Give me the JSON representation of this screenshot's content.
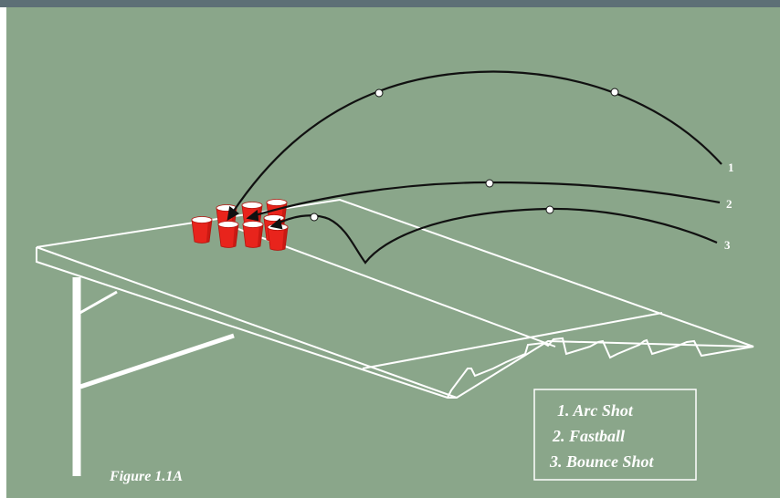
{
  "colors": {
    "background": "#8aa68a",
    "top_bar": "#5d6f76",
    "line_white": "#ffffff",
    "trajectory": "#111111",
    "cup_red": "#e8241c",
    "cup_dark": "#b4140e"
  },
  "shot_numbers": [
    "1",
    "2",
    "3"
  ],
  "legend": {
    "items": [
      "1. Arc Shot",
      "2. Fastball",
      "3. Bounce Shot"
    ]
  },
  "figure_caption": "Figure 1.1A"
}
